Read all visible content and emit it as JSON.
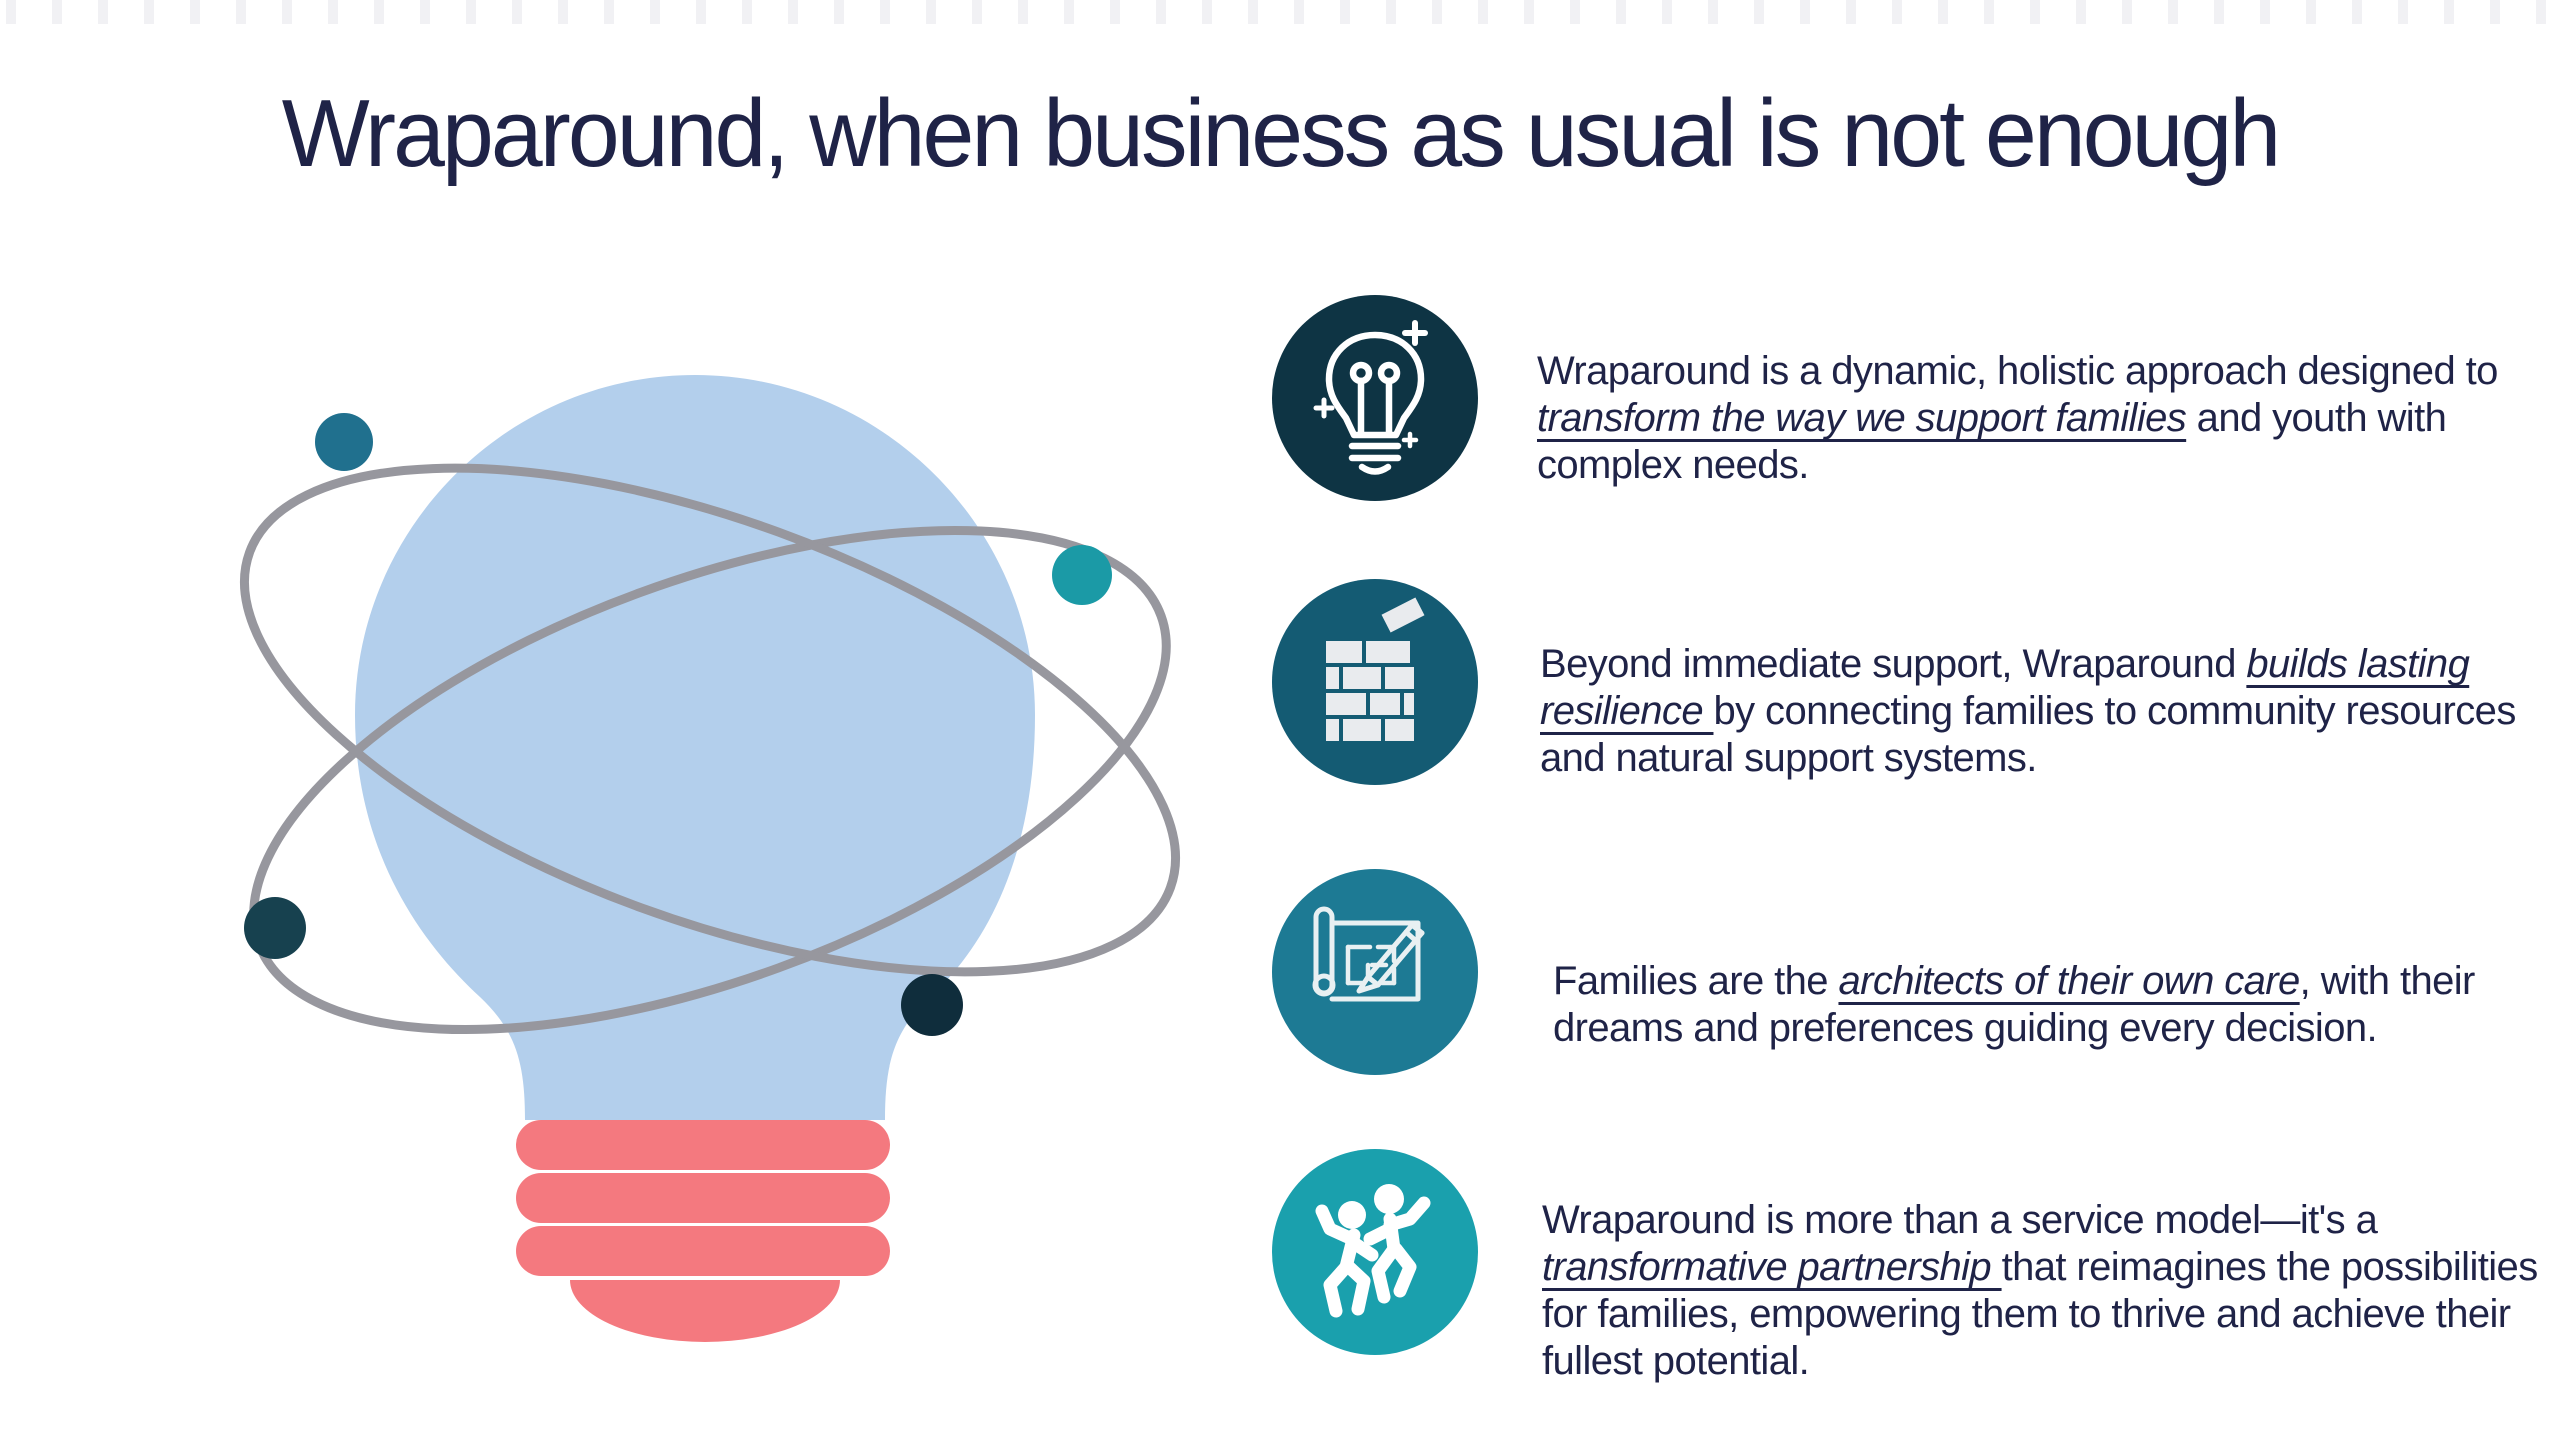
{
  "title": "Wraparound, when business as usual is not enough",
  "colors": {
    "text_navy": "#1f2347",
    "icon_circle_1": "#0e3444",
    "icon_circle_2": "#145b73",
    "icon_circle_3": "#1d7a94",
    "icon_circle_4": "#1aa0ad",
    "bulb_glass": "#b3cfec",
    "bulb_base_pink": "#f4797f",
    "orbit_gray": "#97979e",
    "dot_top_left": "#20708e",
    "dot_right": "#1b9aa6",
    "dot_lower_left": "#17414f",
    "dot_bottom": "#0f2d3c"
  },
  "illustration": {
    "name": "lightbulb-with-orbits",
    "description": "light blue bulb with pink screw base, two gray orbit ellipses and four colored electron dots"
  },
  "items": [
    {
      "icon": "lightbulb-sparkle-icon",
      "text_before": "Wraparound is a dynamic, holistic approach designed to ",
      "emphasis": "transform the way we support families",
      "text_after": " and youth with complex needs."
    },
    {
      "icon": "brick-wall-icon",
      "text_before": "Beyond immediate support, Wraparound ",
      "emphasis": "builds lasting resilience ",
      "text_after": "by connecting families to community resources and natural support systems."
    },
    {
      "icon": "blueprint-pencil-icon",
      "text_before": "Families are the ",
      "emphasis": "architects of their own care",
      "text_after": ", with their dreams and preferences guiding every decision."
    },
    {
      "icon": "dancing-figures-icon",
      "text_before": "Wraparound is more than a service model—it's a ",
      "emphasis": "transformative partnership ",
      "text_after": "that reimagines the possibilities for families, empowering them to thrive and achieve their fullest potential."
    }
  ]
}
